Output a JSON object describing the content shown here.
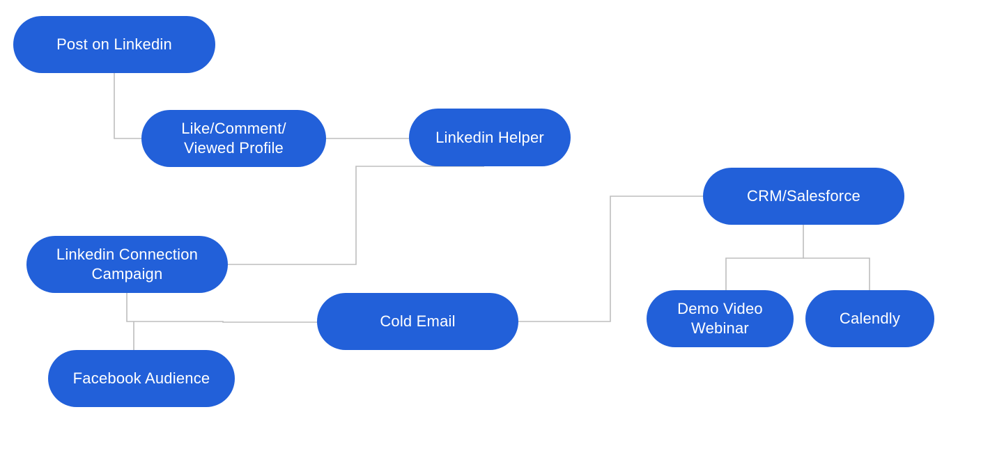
{
  "diagram": {
    "node_color": "#2260D9",
    "text_color": "#FFFFFF",
    "connector_color": "#BDBDBD",
    "nodes": [
      {
        "id": "post-on-linkedin",
        "label": "Post on Linkedin"
      },
      {
        "id": "like-comment-viewed-profile",
        "label": "Like/Comment/\nViewed Profile"
      },
      {
        "id": "linkedin-helper",
        "label": "Linkedin Helper"
      },
      {
        "id": "crm-salesforce",
        "label": "CRM/Salesforce"
      },
      {
        "id": "linkedin-connection-campaign",
        "label": "Linkedin Connection\nCampaign"
      },
      {
        "id": "cold-email",
        "label": "Cold Email"
      },
      {
        "id": "demo-video-webinar",
        "label": "Demo Video\nWebinar"
      },
      {
        "id": "calendly",
        "label": "Calendly"
      },
      {
        "id": "facebook-audience",
        "label": "Facebook Audience"
      }
    ],
    "connections": [
      {
        "from": "post-on-linkedin",
        "to": "like-comment-viewed-profile"
      },
      {
        "from": "like-comment-viewed-profile",
        "to": "linkedin-helper"
      },
      {
        "from": "linkedin-helper",
        "to": "linkedin-connection-campaign"
      },
      {
        "from": "linkedin-connection-campaign",
        "to": "cold-email"
      },
      {
        "from": "linkedin-connection-campaign",
        "to": "facebook-audience"
      },
      {
        "from": "cold-email",
        "to": "crm-salesforce"
      },
      {
        "from": "crm-salesforce",
        "to": "demo-video-webinar"
      },
      {
        "from": "crm-salesforce",
        "to": "calendly"
      }
    ]
  }
}
